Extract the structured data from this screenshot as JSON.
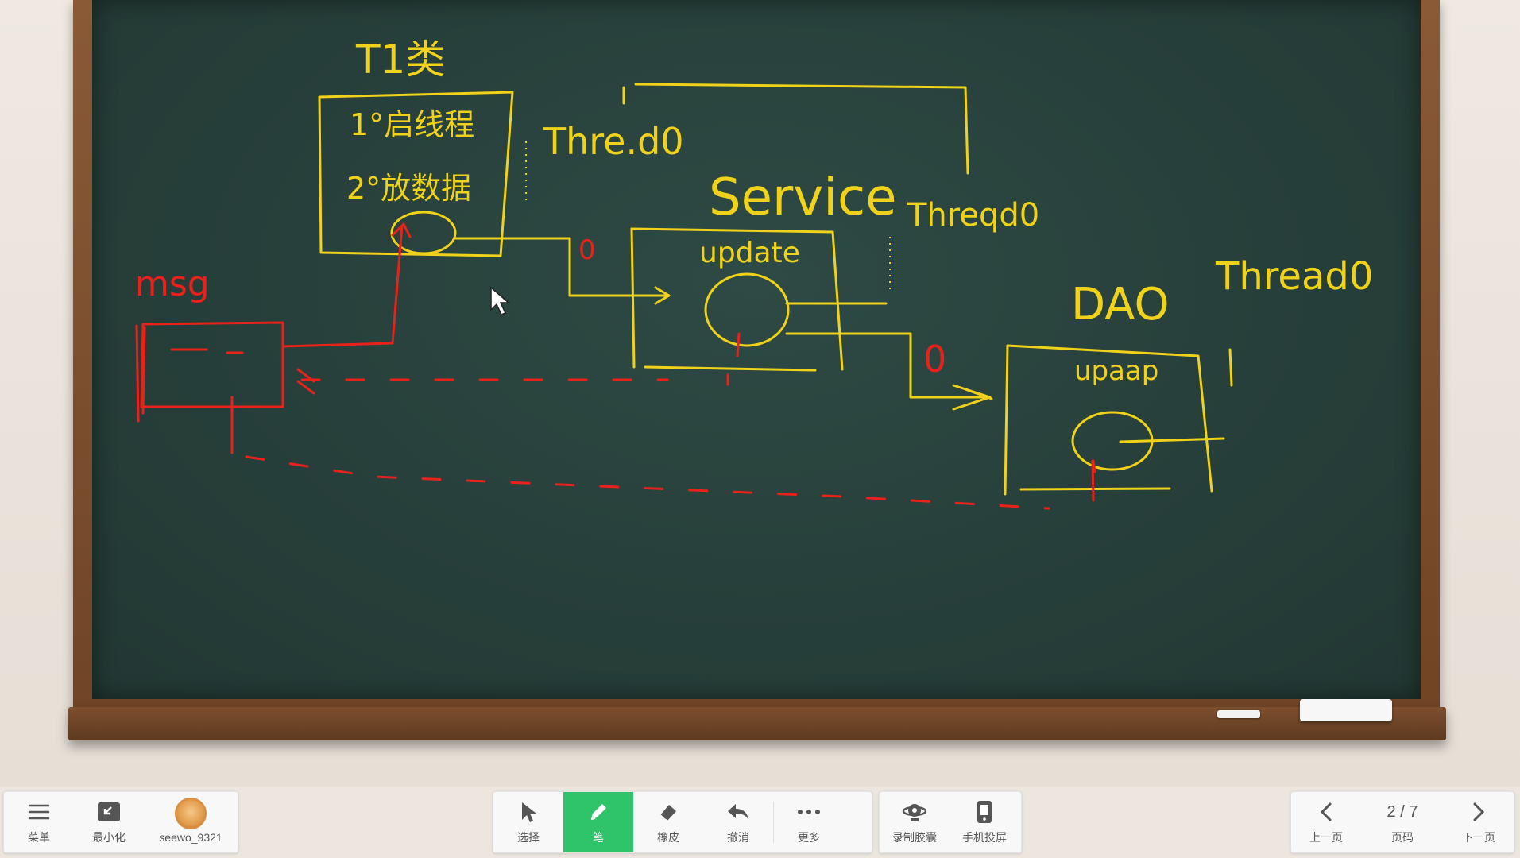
{
  "board": {
    "handwriting": {
      "t1": "T1类",
      "line1": "1°启线程",
      "line2": "2°放数据",
      "thread_a": "Thre.d0",
      "service": "Service",
      "thread_b": "Threqd0",
      "update1": "update",
      "dao": "DAO",
      "thread_c": "Thread0",
      "update2": "upaap",
      "mark1": "0",
      "mark2": "0",
      "msg": "msg"
    }
  },
  "toolbar_left": {
    "menu": "菜单",
    "minimize": "最小化",
    "user": "seewo_9321"
  },
  "toolbar_center": {
    "select": "选择",
    "pen": "笔",
    "eraser": "橡皮",
    "undo": "撤消",
    "more": "更多",
    "record": "录制胶囊",
    "mirror": "手机投屏"
  },
  "toolbar_right": {
    "prev": "上一页",
    "page": "2 / 7",
    "page_label": "页码",
    "next": "下一页"
  },
  "colors": {
    "chalk_yellow": "#f0d21a",
    "chalk_red": "#e8221b",
    "board": "#273f3a",
    "active_tool": "#2fc36a"
  }
}
